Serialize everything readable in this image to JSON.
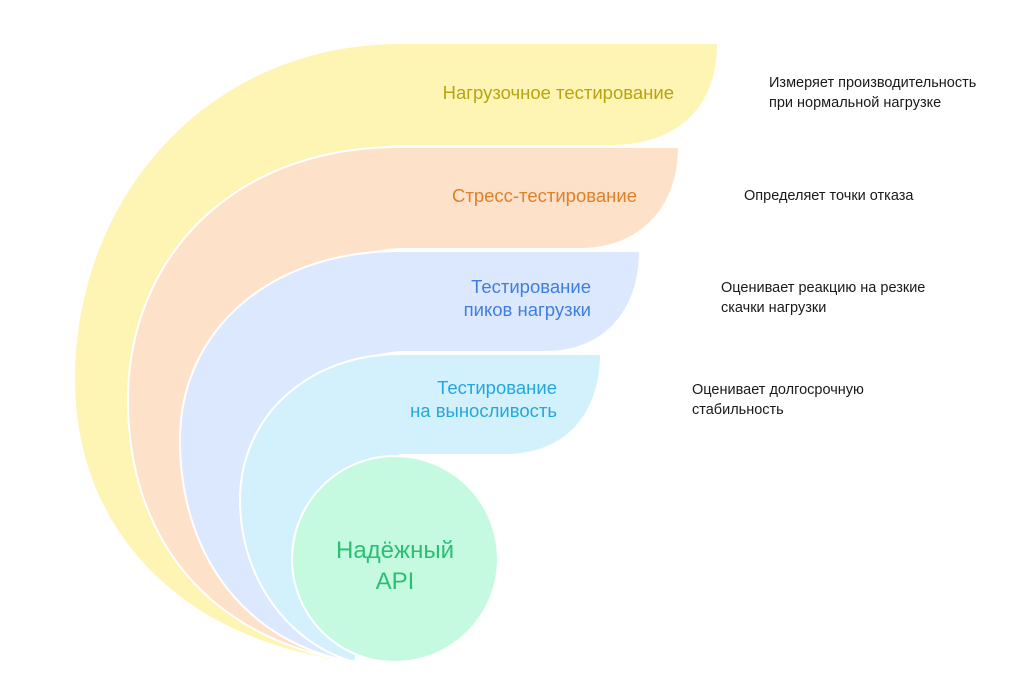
{
  "diagram": {
    "type": "nested-layers",
    "layers": [
      {
        "label": "Нагрузочное тестирование",
        "label_lines": [
          "Нагрузочное тестирование"
        ],
        "description_lines": [
          "Измеряет производительность",
          "при нормальной нагрузке"
        ],
        "fill": "#fef5b4",
        "text_color": "#b7a414"
      },
      {
        "label": "Стресс-тестирование",
        "label_lines": [
          "Стресс-тестирование"
        ],
        "description_lines": [
          "Определяет точки отказа"
        ],
        "fill": "#fde1c9",
        "text_color": "#e07f2a"
      },
      {
        "label": "Тестирование пиков нагрузки",
        "label_lines": [
          "Тестирование",
          "пиков нагрузки"
        ],
        "description_lines": [
          "Оценивает реакцию на резкие",
          "скачки нагрузки"
        ],
        "fill": "#dce8fd",
        "text_color": "#3f7ee0"
      },
      {
        "label": "Тестирование на выносливость",
        "label_lines": [
          "Тестирование",
          "на выносливость"
        ],
        "description_lines": [
          "Оценивает долгосрочную",
          "стабильность"
        ],
        "fill": "#d3f1fd",
        "text_color": "#23a7df"
      }
    ],
    "center": {
      "lines": [
        "Надёжный",
        "API"
      ],
      "fill": "#c6fae0",
      "text_color": "#2bbf73"
    }
  }
}
